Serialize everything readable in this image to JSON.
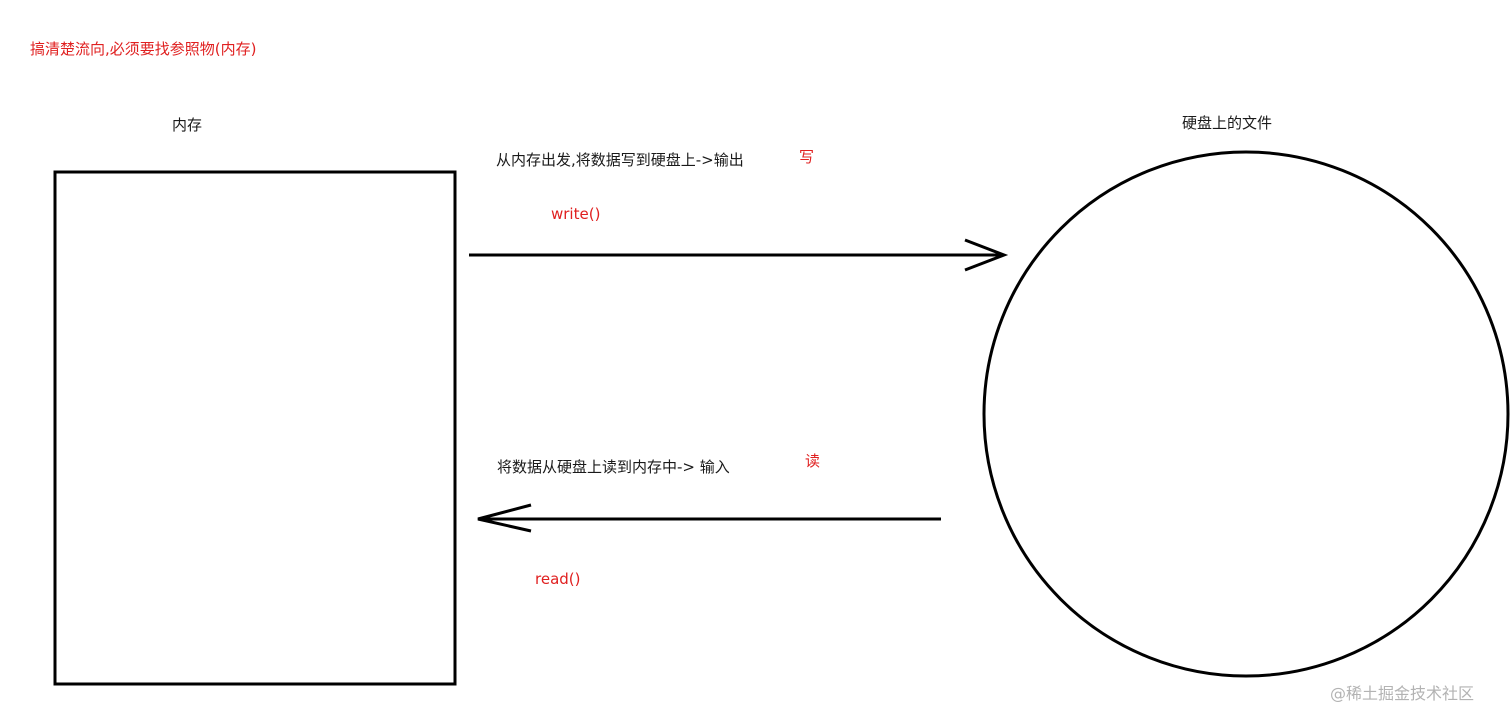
{
  "heading_note": "搞清楚流向,必须要找参照物(内存)",
  "memory": {
    "label": "内存"
  },
  "disk_file": {
    "label": "硬盘上的文件"
  },
  "write_flow": {
    "description": "从内存出发,将数据写到硬盘上->输出",
    "char": "写",
    "function": "write()"
  },
  "read_flow": {
    "description": "将数据从硬盘上读到内存中-> 输入",
    "char": "读",
    "function": "read()"
  },
  "watermark": "@稀土掘金技术社区",
  "colors": {
    "accent_red": "#e02020",
    "stroke": "#000000",
    "text": "#1a1a1a",
    "watermark": "#b3b3b3"
  }
}
